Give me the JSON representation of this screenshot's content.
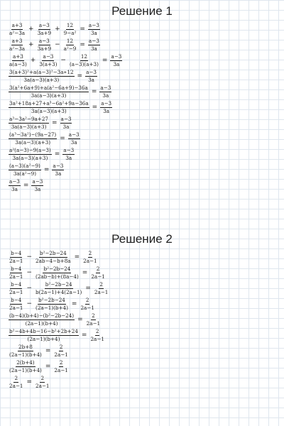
{
  "solution1": {
    "title": "Решение 1",
    "steps": [
      {
        "n1": "a+3",
        "d1": "a²−3a",
        "o1": "+",
        "n2": "a−3",
        "d2": "3a+9",
        "o2": "+",
        "n3": "12",
        "d3": "9−a²",
        "rn": "a−3",
        "rd": "3a"
      },
      {
        "n1": "a+3",
        "d1": "a²−3a",
        "o1": "+",
        "n2": "a−3",
        "d2": "3a+9",
        "o2": "−",
        "n3": "12",
        "d3": "a²−9",
        "rn": "a−3",
        "rd": "3a"
      },
      {
        "n1": "a+3",
        "d1": "a(a−3)",
        "o1": "+",
        "n2": "a−3",
        "d2": "3(a+3)",
        "o2": "−",
        "n3": "12",
        "d3": "(a−3)(a+3)",
        "rn": "a−3",
        "rd": "3a"
      },
      {
        "n1": "3(a+3)²+a(a−3)²−3a∗12",
        "d1": "3a(a−3)(a+3)",
        "rn": "a−3",
        "rd": "3a"
      },
      {
        "n1": "3(a²+6a+9)+a(a²−6a+9)−36a",
        "d1": "3a(a−3)(a+3)",
        "rn": "a−3",
        "rd": "3a"
      },
      {
        "n1": "3a²+18a+27+a³−6a²+9a−36a",
        "d1": "3a(a−3)(a+3)",
        "rn": "a−3",
        "rd": "3a"
      },
      {
        "n1": "a³−3a²−9a+27",
        "d1": "3a(a−3)(a+3)",
        "rn": "a−3",
        "rd": "3a"
      },
      {
        "n1": "(a³−3a²)−(9a−27)",
        "d1": "3a(a−3)(a+3)",
        "rn": "a−3",
        "rd": "3a"
      },
      {
        "n1": "a²(a−3)−9(a−3)",
        "d1": "3a(a−3)(a+3)",
        "rn": "a−3",
        "rd": "3a"
      },
      {
        "n1": "(a−3)(a²−9)",
        "d1": "3a(a²−9)",
        "rn": "a−3",
        "rd": "3a"
      },
      {
        "n1": "a−3",
        "d1": "3a",
        "rn": "a−3",
        "rd": "3a"
      }
    ]
  },
  "solution2": {
    "title": "Решение 2",
    "steps": [
      {
        "n1": "b−4",
        "d1": "2a−1",
        "o1": "−",
        "n2": "b²−2b−24",
        "d2": "2ab−4−b+8a",
        "rn": "2",
        "rd": "2a−1"
      },
      {
        "n1": "b−4",
        "d1": "2a−1",
        "o1": "−",
        "n2": "b²−2b−24",
        "d2": "(2ab−b)+(8a−4)",
        "rn": "2",
        "rd": "2a−1"
      },
      {
        "n1": "b−4",
        "d1": "2a−1",
        "o1": "−",
        "n2": "b²−2b−24",
        "d2": "b(2a−1)+4(2a−1)",
        "rn": "2",
        "rd": "2a−1"
      },
      {
        "n1": "b−4",
        "d1": "2a−1",
        "o1": "−",
        "n2": "b²−2b−24",
        "d2": "(2a−1)(b+4)",
        "rn": "2",
        "rd": "2a−1"
      },
      {
        "n1": "(b−4)(b+4)−(b²−2b−24)",
        "d1": "(2a−1)(b+4)",
        "rn": "2",
        "rd": "2a−1"
      },
      {
        "n1": "b²−4b+4b−16−b²+2b+24",
        "d1": "(2a−1)(b+4)",
        "rn": "2",
        "rd": "2a−1"
      },
      {
        "n1": "2b+8",
        "d1": "(2a−1)(b+4)",
        "rn": "2",
        "rd": "2a−1"
      },
      {
        "n1": "2(b+4)",
        "d1": "(2a−1)(b+4)",
        "rn": "2",
        "rd": "2a−1"
      },
      {
        "n1": "2",
        "d1": "2a−1",
        "rn": "2",
        "rd": "2a−1"
      }
    ]
  }
}
